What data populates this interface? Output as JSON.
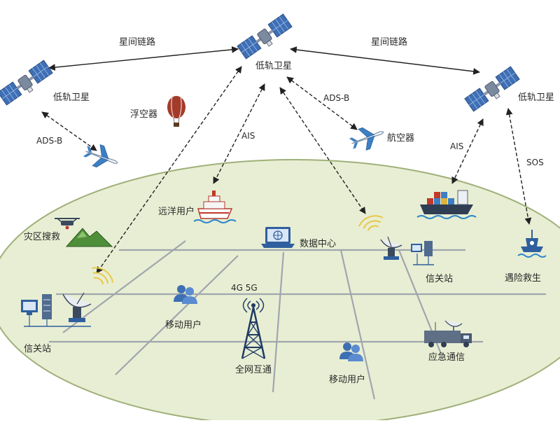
{
  "labels": {
    "inter_sat_link_left": "星间链路",
    "inter_sat_link_right": "星间链路",
    "leo_sat_center": "低轨卫星",
    "leo_sat_left": "低轨卫星",
    "leo_sat_right": "低轨卫星",
    "balloon": "浮空器",
    "ads_b_left": "ADS-B",
    "ads_b_right": "ADS-B",
    "aircraft": "航空器",
    "ais_center": "AIS",
    "ais_right": "AIS",
    "sos": "SOS",
    "ocean_user": "远洋用户",
    "disaster_rescue": "灾区搜救",
    "data_center": "数据中心",
    "gateway_right": "信关站",
    "gateway_left": "信关站",
    "distress_rescue": "遇险救生",
    "mobile_user_1": "移动用户",
    "mobile_user_2": "移动用户",
    "network_4g5g": "4G 5G",
    "full_network": "全网互通",
    "emergency_comm": "应急通信"
  },
  "colors": {
    "ground_fill": "#e8eed3",
    "ground_stroke": "#9fb07a",
    "grid": "#9aa0a8",
    "solar": "#3f6fb5",
    "satellite_body": "#7c8aa0",
    "device_blue": "#2f5f9e",
    "ship_red": "#c0392b",
    "wave": "#2d88c9",
    "signal": "#e8c84a",
    "mountain": "#4f8f3a",
    "balloon": "#a33b2b"
  }
}
